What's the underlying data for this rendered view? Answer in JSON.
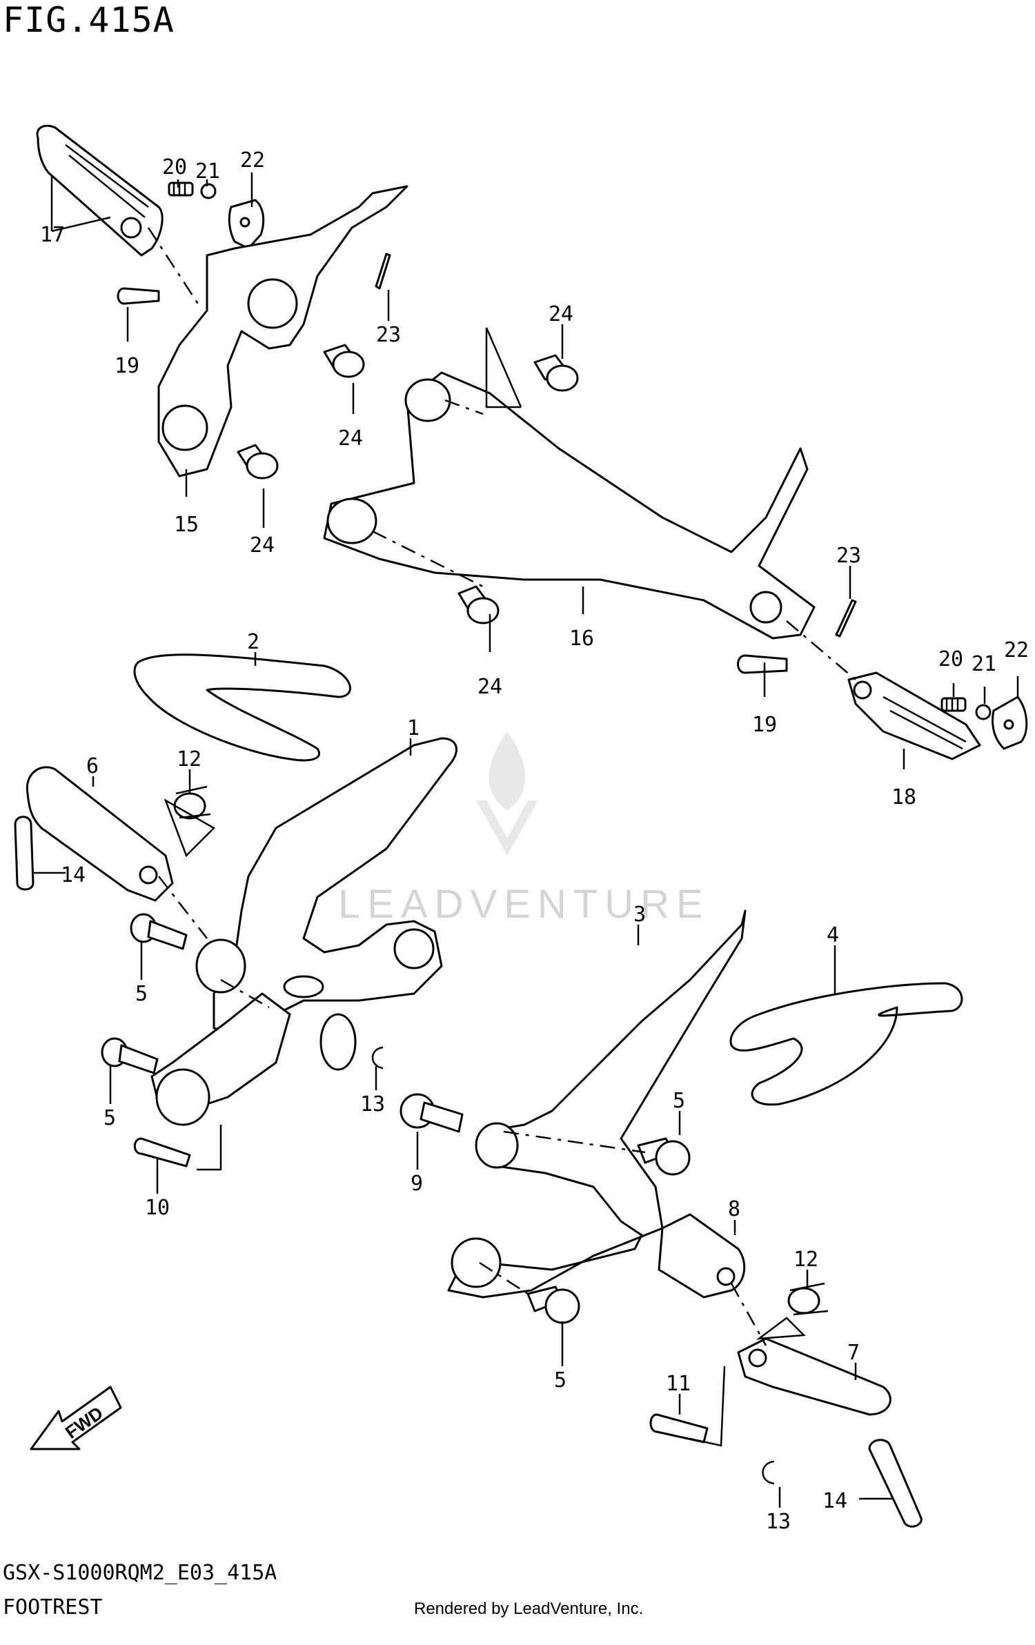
{
  "figure": {
    "title": "FIG.415A",
    "model_code": "GSX-S1000RQM2_E03_415A",
    "name": "FOOTREST",
    "credit": "Rendered by LeadVenture, Inc.",
    "watermark": "LEADVENTURE",
    "fwd_label": "FWD"
  },
  "callouts": [
    {
      "id": "c1",
      "text": "1"
    },
    {
      "id": "c2",
      "text": "2"
    },
    {
      "id": "c3",
      "text": "3"
    },
    {
      "id": "c4",
      "text": "4"
    },
    {
      "id": "c5a",
      "text": "5"
    },
    {
      "id": "c5b",
      "text": "5"
    },
    {
      "id": "c5c",
      "text": "5"
    },
    {
      "id": "c5d",
      "text": "5"
    },
    {
      "id": "c6",
      "text": "6"
    },
    {
      "id": "c7",
      "text": "7"
    },
    {
      "id": "c8",
      "text": "8"
    },
    {
      "id": "c9",
      "text": "9"
    },
    {
      "id": "c10",
      "text": "10"
    },
    {
      "id": "c11",
      "text": "11"
    },
    {
      "id": "c12a",
      "text": "12"
    },
    {
      "id": "c12b",
      "text": "12"
    },
    {
      "id": "c13a",
      "text": "13"
    },
    {
      "id": "c13b",
      "text": "13"
    },
    {
      "id": "c14a",
      "text": "14"
    },
    {
      "id": "c14b",
      "text": "14"
    },
    {
      "id": "c15",
      "text": "15"
    },
    {
      "id": "c16",
      "text": "16"
    },
    {
      "id": "c17",
      "text": "17"
    },
    {
      "id": "c18",
      "text": "18"
    },
    {
      "id": "c19a",
      "text": "19"
    },
    {
      "id": "c19b",
      "text": "19"
    },
    {
      "id": "c20a",
      "text": "20"
    },
    {
      "id": "c20b",
      "text": "20"
    },
    {
      "id": "c21a",
      "text": "21"
    },
    {
      "id": "c21b",
      "text": "21"
    },
    {
      "id": "c22a",
      "text": "22"
    },
    {
      "id": "c22b",
      "text": "22"
    },
    {
      "id": "c23a",
      "text": "23"
    },
    {
      "id": "c23b",
      "text": "23"
    },
    {
      "id": "c24a",
      "text": "24"
    },
    {
      "id": "c24b",
      "text": "24"
    },
    {
      "id": "c24c",
      "text": "24"
    },
    {
      "id": "c24d",
      "text": "24"
    }
  ]
}
